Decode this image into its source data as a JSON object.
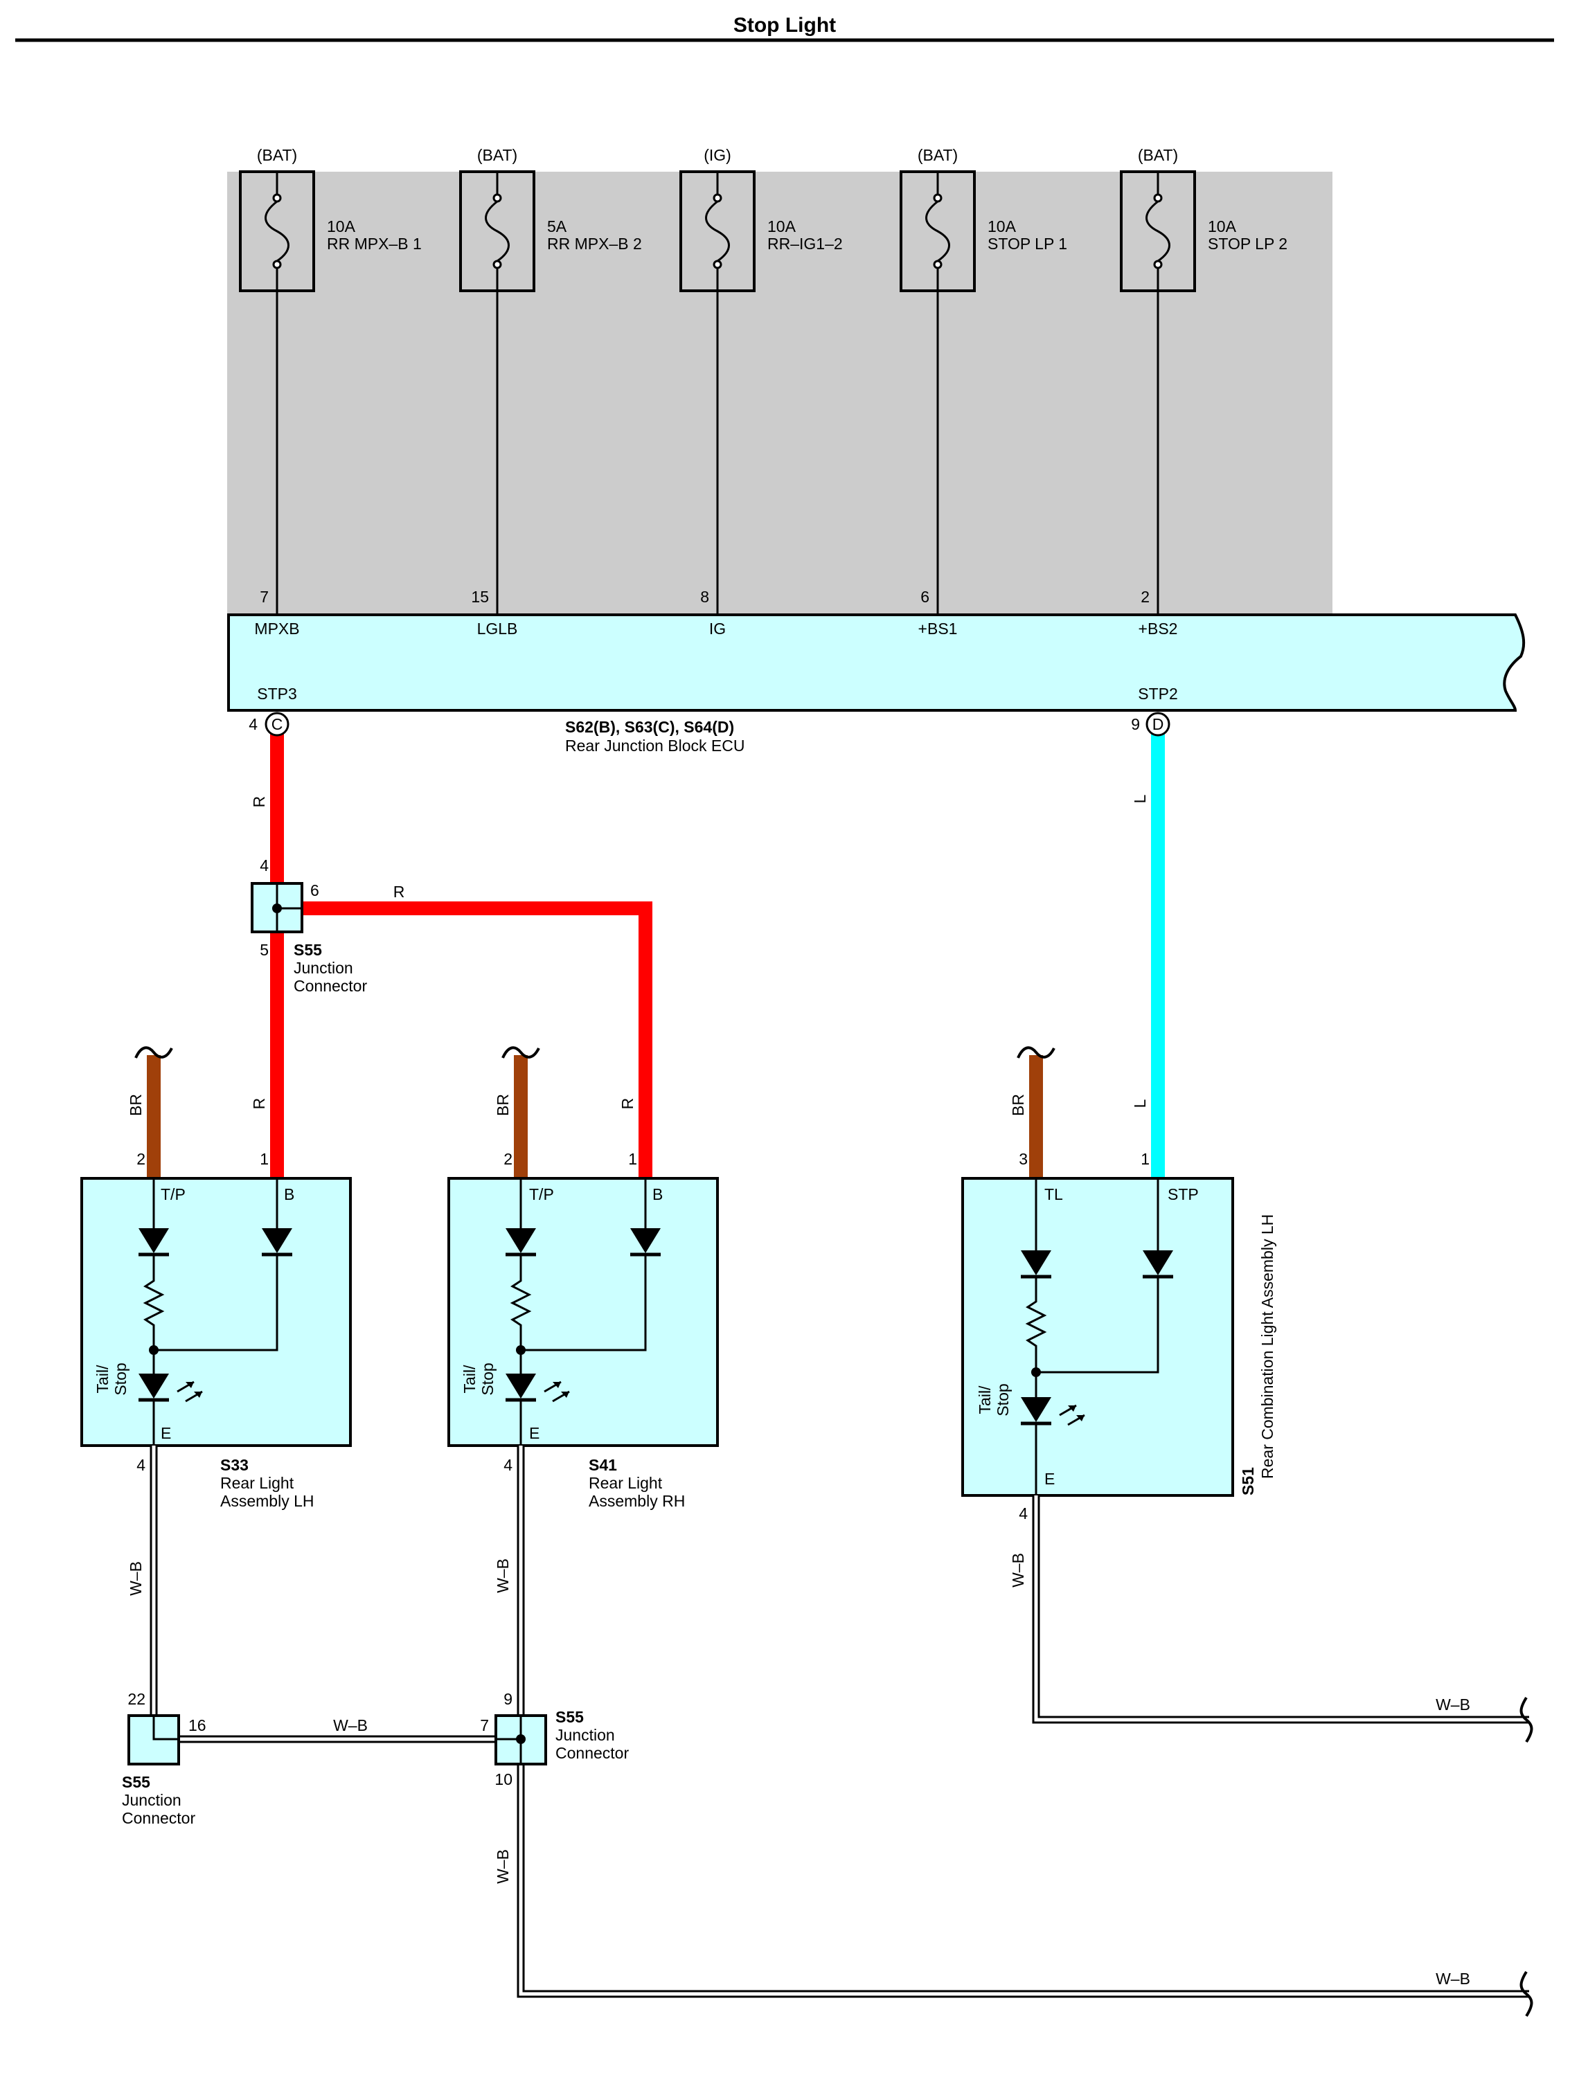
{
  "title": "Stop Light",
  "fuses": [
    {
      "source": "(BAT)",
      "rating": "10A",
      "name": "RR MPX–B 1",
      "pin": "7",
      "terminal": "MPXB"
    },
    {
      "source": "(BAT)",
      "rating": "5A",
      "name": "RR MPX–B 2",
      "pin": "15",
      "terminal": "LGLB"
    },
    {
      "source": "(IG)",
      "rating": "10A",
      "name": "RR–IG1–2",
      "pin": "8",
      "terminal": "IG"
    },
    {
      "source": "(BAT)",
      "rating": "10A",
      "name": "STOP LP 1",
      "pin": "6",
      "terminal": "+BS1"
    },
    {
      "source": "(BAT)",
      "rating": "10A",
      "name": "STOP LP 2",
      "pin": "2",
      "terminal": "+BS2"
    }
  ],
  "ecu": {
    "out_left": {
      "terminal": "STP3",
      "pin": "4",
      "connector": "C"
    },
    "out_right": {
      "terminal": "STP2",
      "pin": "9",
      "connector": "D"
    },
    "code": "S62(B), S63(C), S64(D)",
    "name": "Rear Junction Block ECU"
  },
  "junction_top": {
    "code": "S55",
    "name1": "Junction",
    "name2": "Connector",
    "pin_in": "4",
    "pin_out": "5",
    "pin_side": "6"
  },
  "junction_bl": {
    "code": "S55",
    "name1": "Junction",
    "name2": "Connector",
    "pin_top": "22",
    "pin_side": "16"
  },
  "junction_bm": {
    "code": "S55",
    "name1": "Junction",
    "name2": "Connector",
    "pin_top": "9",
    "pin_side": "7",
    "pin_bottom": "10"
  },
  "wires": {
    "red": "R",
    "blue": "L",
    "brown": "BR",
    "ground": "W–B"
  },
  "colors": {
    "red": "#ff0000",
    "blue": "#00ffff",
    "brown": "#a0400a",
    "component": "#ccffff",
    "panel": "#cccccc"
  },
  "lamps": [
    {
      "code": "S33",
      "name1": "Rear Light",
      "name2": "Assembly LH",
      "pin_tail": "2",
      "pin_stop": "1",
      "pin_gnd": "4",
      "t_tail": "T/P",
      "t_stop": "B",
      "t_gnd": "E",
      "func1": "Tail/",
      "func2": "Stop"
    },
    {
      "code": "S41",
      "name1": "Rear Light",
      "name2": "Assembly RH",
      "pin_tail": "2",
      "pin_stop": "1",
      "pin_gnd": "4",
      "t_tail": "T/P",
      "t_stop": "B",
      "t_gnd": "E",
      "func1": "Tail/",
      "func2": "Stop"
    },
    {
      "code": "S51",
      "name": "Rear Combination Light Assembly LH",
      "pin_tail": "3",
      "pin_stop": "1",
      "pin_gnd": "4",
      "t_tail": "TL",
      "t_stop": "STP",
      "t_gnd": "E",
      "func1": "Tail/",
      "func2": "Stop"
    }
  ]
}
